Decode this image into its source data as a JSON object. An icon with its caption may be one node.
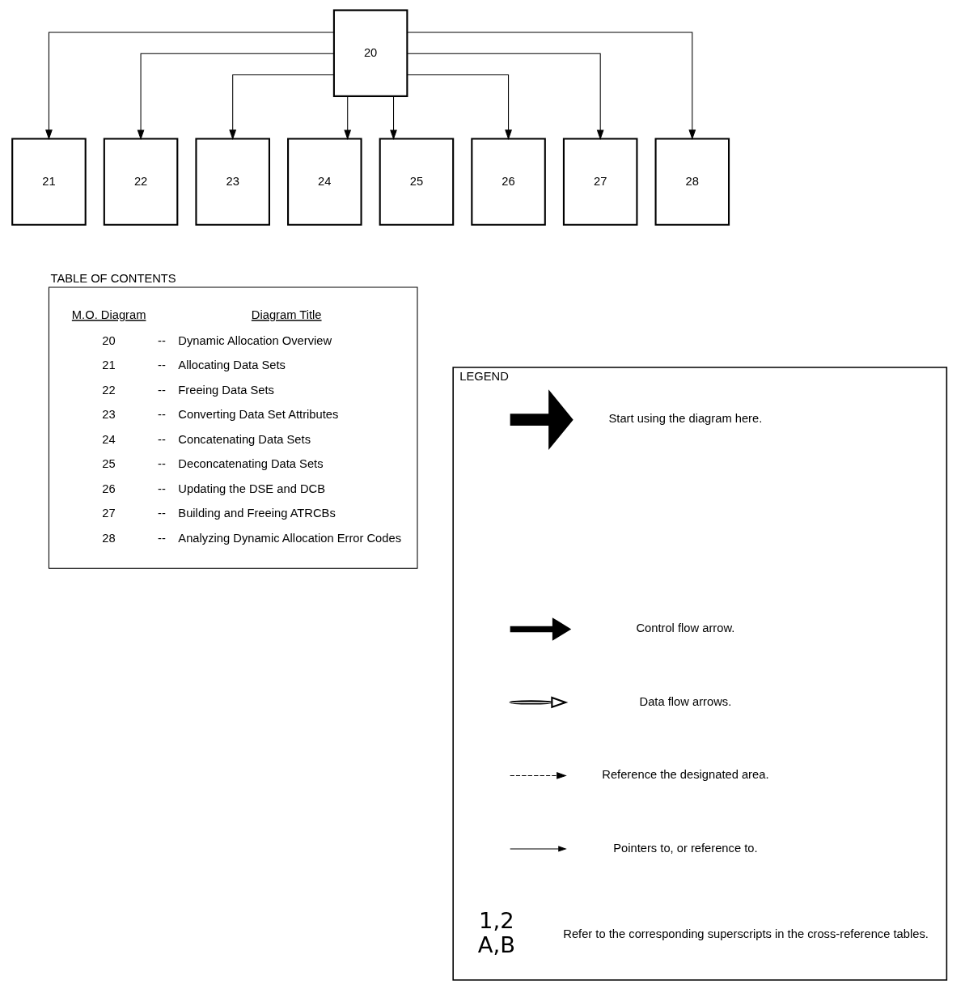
{
  "diagram": {
    "nodes": [
      {
        "text": [
          "20"
        ]
      },
      {
        "text": [
          "21"
        ]
      },
      {
        "text": [
          "22"
        ]
      },
      {
        "text": [
          "23"
        ]
      },
      {
        "text": [
          "24"
        ]
      },
      {
        "text": [
          "25"
        ]
      },
      {
        "text": [
          "26"
        ]
      },
      {
        "text": [
          "27"
        ]
      },
      {
        "text": [
          "28"
        ]
      },
      {
        "text": [
          "TABLE OF CONTENTS",
          "M.O. Diagram",
          "Diagram Title",
          "20",
          "--",
          "Dynamic Allocation Overview",
          "21",
          "--",
          "Allocating Data Sets",
          "22",
          "--",
          "Freeing Data Sets",
          "23",
          "--",
          "Converting Data Set Attributes",
          "24",
          "--",
          "Concatenating Data Sets",
          "25",
          "--",
          "Deconcatenating Data Sets",
          "26",
          "--",
          "Updating the DSE and DCB",
          "27",
          "--",
          "Building and Freeing ATRCBs",
          "28",
          "--",
          "Analyzing Dynamic Allocation Error Codes"
        ]
      },
      {
        "text": [
          "LEGEND"
        ]
      }
    ],
    "edges": [
      {
        "from": 0,
        "to": 1,
        "arrow": "to"
      },
      {
        "from": 0,
        "to": 2,
        "arrow": "to"
      },
      {
        "from": 0,
        "to": 3,
        "arrow": "to"
      },
      {
        "from": 0,
        "to": 4,
        "arrow": "to"
      },
      {
        "from": 0,
        "to": 5,
        "arrow": "to"
      },
      {
        "from": 0,
        "to": 6,
        "arrow": "to"
      },
      {
        "from": 0,
        "to": 7,
        "arrow": "to"
      },
      {
        "from": 0,
        "to": 8,
        "arrow": "to"
      }
    ],
    "labels": [
      "1,2",
      "A,B"
    ],
    "legend": [
      {
        "text": "Start using the diagram here."
      },
      {
        "text": "Control flow arrow."
      },
      {
        "text": "Data flow arrows."
      },
      {
        "text": "Reference the designated area."
      },
      {
        "text": "Pointers to, or reference to."
      },
      {
        "text": "Refer to the corresponding superscripts in the cross-reference tables."
      }
    ]
  }
}
